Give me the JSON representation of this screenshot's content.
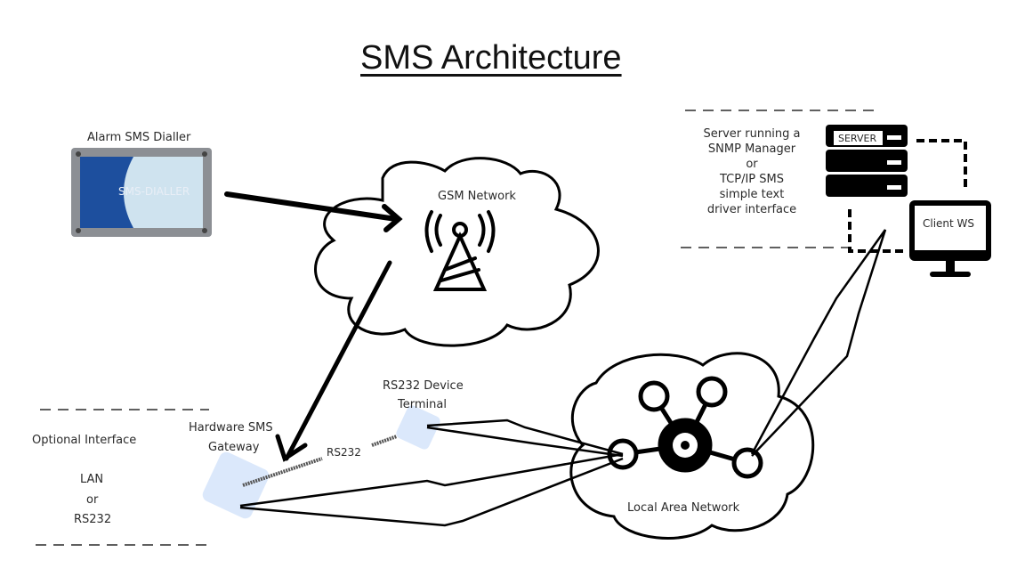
{
  "title": "SMS Architecture",
  "nodes": {
    "dialler": {
      "label": "Alarm SMS Dialler",
      "device_text": "SMS-DIALLER"
    },
    "gsm": {
      "label": "GSM Network"
    },
    "server": {
      "badge": "SERVER",
      "description": [
        "Server running a",
        "SNMP Manager",
        "or",
        "TCP/IP SMS",
        "simple text",
        "driver interface"
      ]
    },
    "client": {
      "label": "Client WS"
    },
    "gateway": {
      "label": [
        "Hardware SMS",
        "Gateway"
      ]
    },
    "rs232_terminal": {
      "label": [
        "RS232 Device",
        "Terminal"
      ]
    },
    "lan": {
      "label": "Local Area Network"
    },
    "optional": {
      "lines": [
        "Optional Interface",
        "LAN",
        "or",
        "RS232"
      ]
    }
  },
  "links": {
    "rs232_label": "RS232"
  },
  "colors": {
    "chip": "#dbe8fb",
    "dialler_blue": "#1d4f9e",
    "ink": "#000000"
  }
}
